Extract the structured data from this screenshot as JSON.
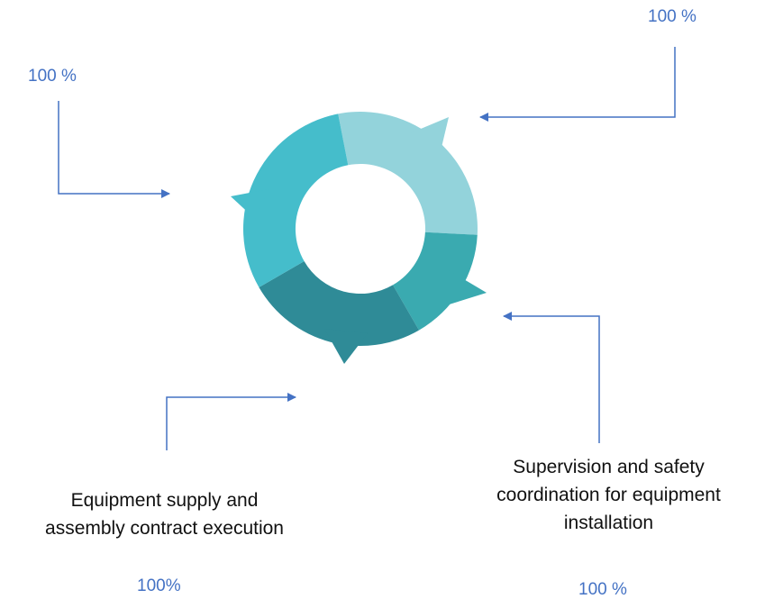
{
  "colors": {
    "arrow": "#4472C4",
    "percent_text": "#4472C4",
    "label_text": "#111111",
    "segment_top_right": "#93D3DB",
    "segment_right": "#3AAAB0",
    "segment_bottom": "#2F8B97",
    "segment_left": "#45BDCB"
  },
  "cycle": {
    "segments": [
      {
        "name": "segment-top-right",
        "icon": "cycle-segment"
      },
      {
        "name": "segment-right",
        "icon": "cycle-segment"
      },
      {
        "name": "segment-bottom",
        "icon": "cycle-segment"
      },
      {
        "name": "segment-left",
        "icon": "cycle-segment"
      }
    ]
  },
  "callouts": {
    "top_left": {
      "percent": "100 %"
    },
    "top_right": {
      "percent": "100 %"
    },
    "bottom_left": {
      "label_line1": "Equipment supply and",
      "label_line2": "assembly contract execution",
      "percent": "100%"
    },
    "bottom_right": {
      "label_line1": "Supervision and safety",
      "label_line2": "coordination for equipment",
      "label_line3": "installation",
      "percent": "100 %"
    }
  }
}
